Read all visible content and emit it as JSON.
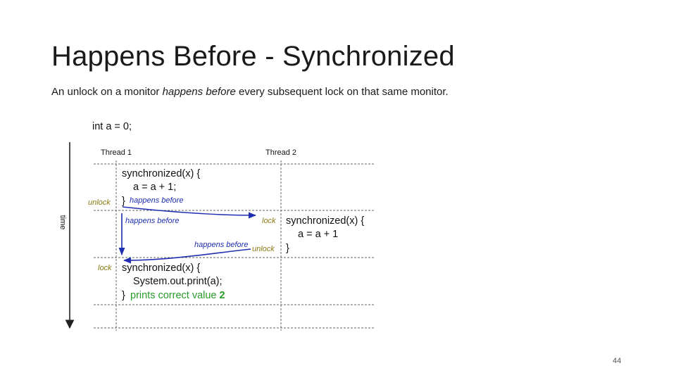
{
  "slide": {
    "title": "Happens Before - Synchronized",
    "subtitle": {
      "before": "An unlock on a monitor ",
      "emphasis": "happens before",
      "after": " every subsequent lock on that same monitor."
    },
    "page_number": "44"
  },
  "diagram": {
    "init": "int a = 0;",
    "thread1_header": "Thread 1",
    "thread2_header": "Thread 2",
    "time_label": "time",
    "block1": {
      "line1": "synchronized(x) {",
      "line2": "a = a + 1;",
      "close": "}",
      "side_label": "unlock"
    },
    "hb1": "happens before",
    "hb2": "happens before",
    "hb3": "happens before",
    "block2": {
      "line1": "synchronized(x) {",
      "line2": "a = a + 1",
      "close": "}",
      "lock_label": "lock",
      "unlock_label": "unlock"
    },
    "block3": {
      "line1": "synchronized(x) {",
      "line2": "System.out.print(a);",
      "close": "}",
      "result": "prints correct value ",
      "result_value": "2",
      "side_label": "lock"
    },
    "colors": {
      "arrow": "#1f2fb0",
      "lock_label": "#8a7a10",
      "result": "#2a9a2a",
      "grid": "#555555"
    }
  }
}
